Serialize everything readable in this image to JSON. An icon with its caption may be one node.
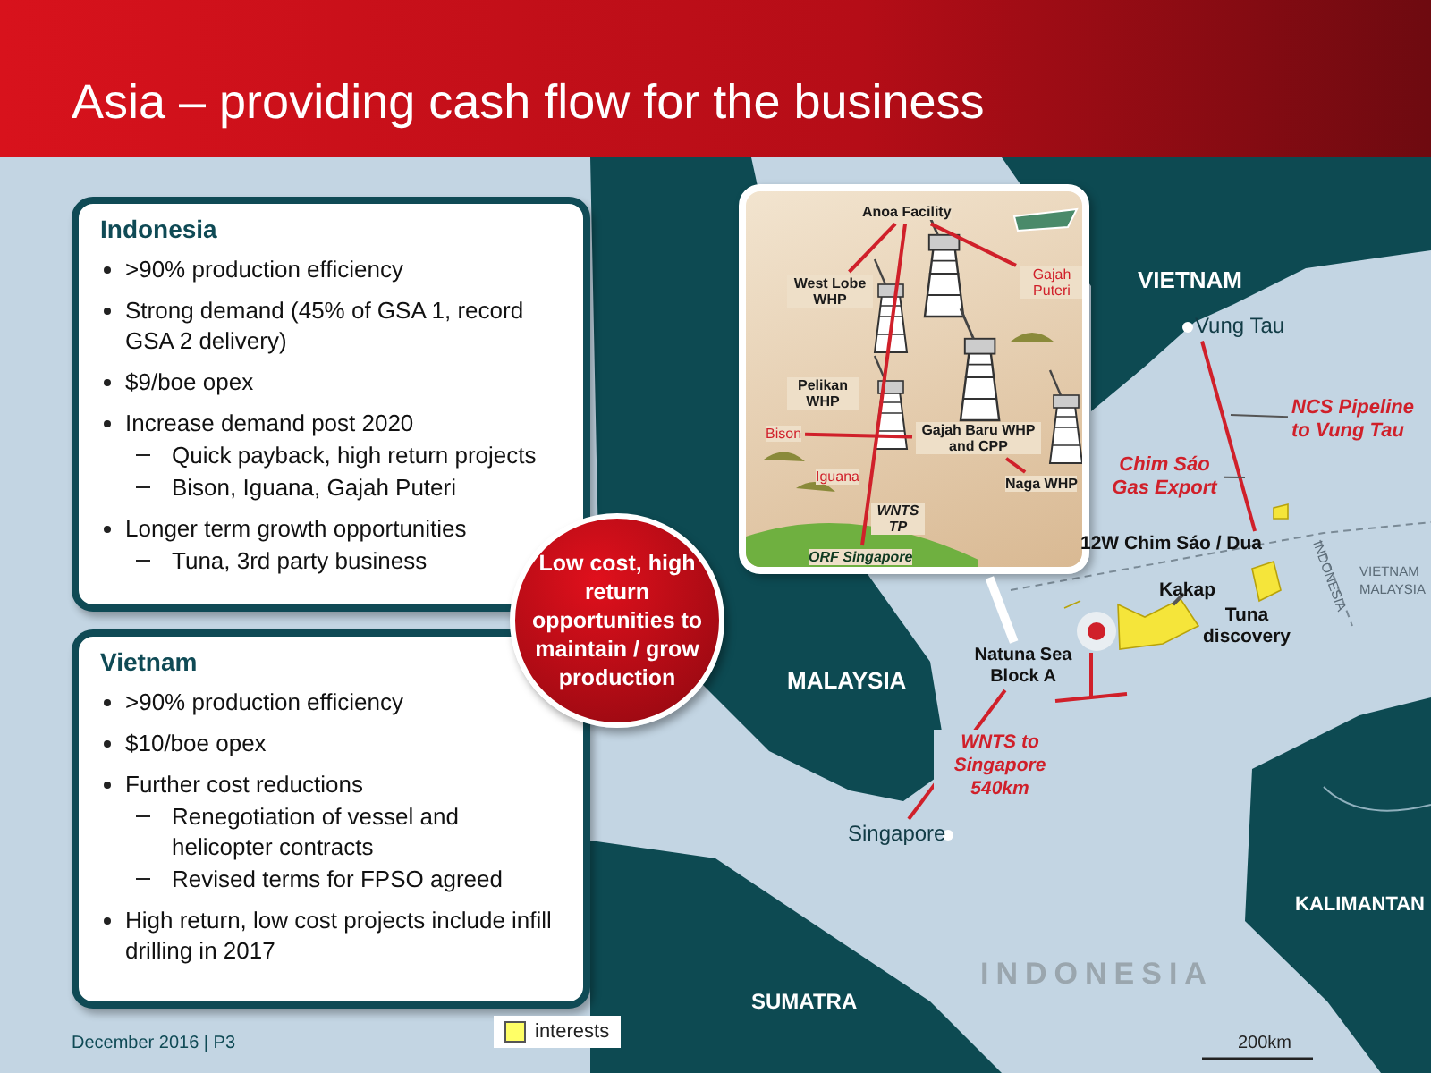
{
  "diagram": {
    "title": "Asia – providing cash flow for the business",
    "nodes": [
      {
        "text": [
          "Indonesia",
          ">90% production efficiency",
          "Strong demand (45% of GSA 1, record GSA 2 delivery)",
          "$9/boe opex",
          "Increase demand post 2020",
          "Quick payback, high return projects",
          "Bison, Iguana, Gajah Puteri",
          "Longer term growth opportunities",
          "Tuna, 3rd party business"
        ]
      },
      {
        "text": [
          "Vietnam",
          ">90% production efficiency",
          "$10/boe opex",
          "Further cost reductions",
          "Renegotiation of vessel and helicopter contracts",
          "Revised terms for FPSO agreed",
          "High return, low cost projects include infill drilling in 2017"
        ]
      },
      {
        "text": [
          "Low cost, high return opportunities to maintain / grow production"
        ]
      },
      {
        "text": [],
        "shape": "box"
      },
      {
        "text": [
          "Anoa Facility"
        ],
        "in": 3
      },
      {
        "text": [
          "West Lobe WHP"
        ],
        "in": 3
      },
      {
        "text": [
          "Gajah Puteri"
        ],
        "in": 3
      },
      {
        "text": [
          "Pelikan WHP"
        ],
        "in": 3
      },
      {
        "text": [
          "Gajah Baru WHP and CPP"
        ],
        "in": 3
      },
      {
        "text": [
          "Bison"
        ],
        "in": 3
      },
      {
        "text": [
          "Iguana"
        ],
        "in": 3
      },
      {
        "text": [
          "Naga WHP"
        ],
        "in": 3
      },
      {
        "text": [
          "WNTS TP"
        ],
        "in": 3
      },
      {
        "text": [
          "ORF Singapore"
        ],
        "in": 3
      },
      {
        "text": [
          "Vung Tau"
        ]
      },
      {
        "text": [
          "12W Chim Sáo / Dua"
        ]
      },
      {
        "text": [
          "Kakap"
        ]
      },
      {
        "text": [
          "Tuna discovery"
        ]
      },
      {
        "text": [
          "Natuna Sea Block A"
        ]
      },
      {
        "text": [
          "Singapore"
        ]
      },
      {
        "text": [
          "NCS Pipeline to Vung Tau"
        ]
      },
      {
        "text": [
          "Chim Sáo Gas Export"
        ]
      },
      {
        "text": [],
        "shape": "polygon"
      }
    ],
    "edges": [
      {
        "from": 5,
        "to": 4,
        "arrow": "none"
      },
      {
        "from": 4,
        "to": 6,
        "arrow": "none"
      },
      {
        "from": 4,
        "to": 13,
        "arrow": "none"
      },
      {
        "from": 8,
        "to": 11,
        "arrow": "none"
      },
      {
        "from": 9,
        "to": 8,
        "arrow": "none"
      },
      {
        "from": 15,
        "to": 14,
        "arrow": "none"
      },
      {
        "from": 18,
        "to": 19,
        "arrow": "none",
        "label": "WNTS to Singapore 540km"
      },
      {
        "from": 3,
        "to": 18,
        "arrow": "none",
        "color": "#ffffff",
        "style": "thick"
      },
      {
        "from": 20,
        "to": null,
        "arrow": "none",
        "color": "#555555"
      },
      {
        "from": 21,
        "to": null,
        "arrow": "none",
        "color": "#555555"
      },
      {
        "from": 16,
        "to": 22,
        "arrow": "none",
        "color": "#555555"
      }
    ],
    "labels": [
      "VIETNAM",
      "VIETNAM",
      "MALAYSIA",
      "INDONESIA",
      "MALAYSIA",
      "KALIMANTAN",
      "SUMATRA",
      "INDONESIA",
      "200km",
      "December 2016 | P3"
    ],
    "legend": [
      {
        "text": "interests",
        "color": "#ffff66"
      }
    ]
  }
}
